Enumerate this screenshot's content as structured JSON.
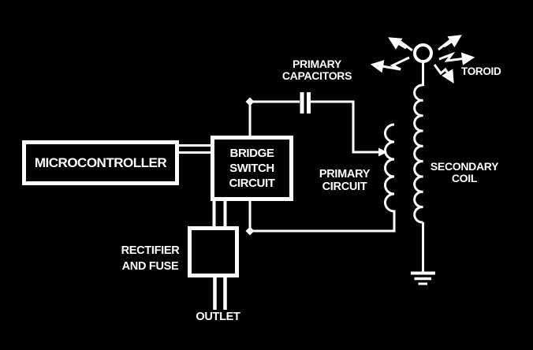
{
  "canvas": {
    "background_color": "#000000",
    "foreground_color": "#ffffff",
    "description": "Tesla coil circuit block diagram, white lines on black"
  },
  "blocks": {
    "microcontroller": {
      "label": "MICROCONTROLLER"
    },
    "bridge_switch": {
      "lines": [
        "BRIDGE",
        "SWITCH",
        "CIRCUIT"
      ]
    },
    "rectifier": {
      "lines": [
        "RECTIFIER",
        "AND FUSE"
      ]
    }
  },
  "labels": {
    "primary_capacitors": {
      "lines": [
        "PRIMARY",
        "CAPACITORS"
      ]
    },
    "primary_circuit": {
      "lines": [
        "PRIMARY",
        "CIRCUIT"
      ]
    },
    "secondary_coil": {
      "lines": [
        "SECONDARY",
        "COIL"
      ]
    },
    "toroid": {
      "label": "TOROID"
    },
    "outlet": {
      "label": "OUTLET"
    }
  },
  "icons": {
    "capacitor-symbol": "two parallel plates",
    "primary-coil-symbol": "5-loop inductor",
    "secondary-coil-symbol": "9-loop inductor",
    "toroid-circle": "hollow circle discharge terminal",
    "discharge-arrow": "zigzag lightning arrow (5 total)",
    "ground-symbol": "three shrinking bars",
    "junction-dot": "diamond wire junction (2 total)",
    "tap-arrow": "arrow into primary coil",
    "outlet-prongs": "two plug prongs",
    "bus-wires": "double wire microcontroller to bridge"
  }
}
